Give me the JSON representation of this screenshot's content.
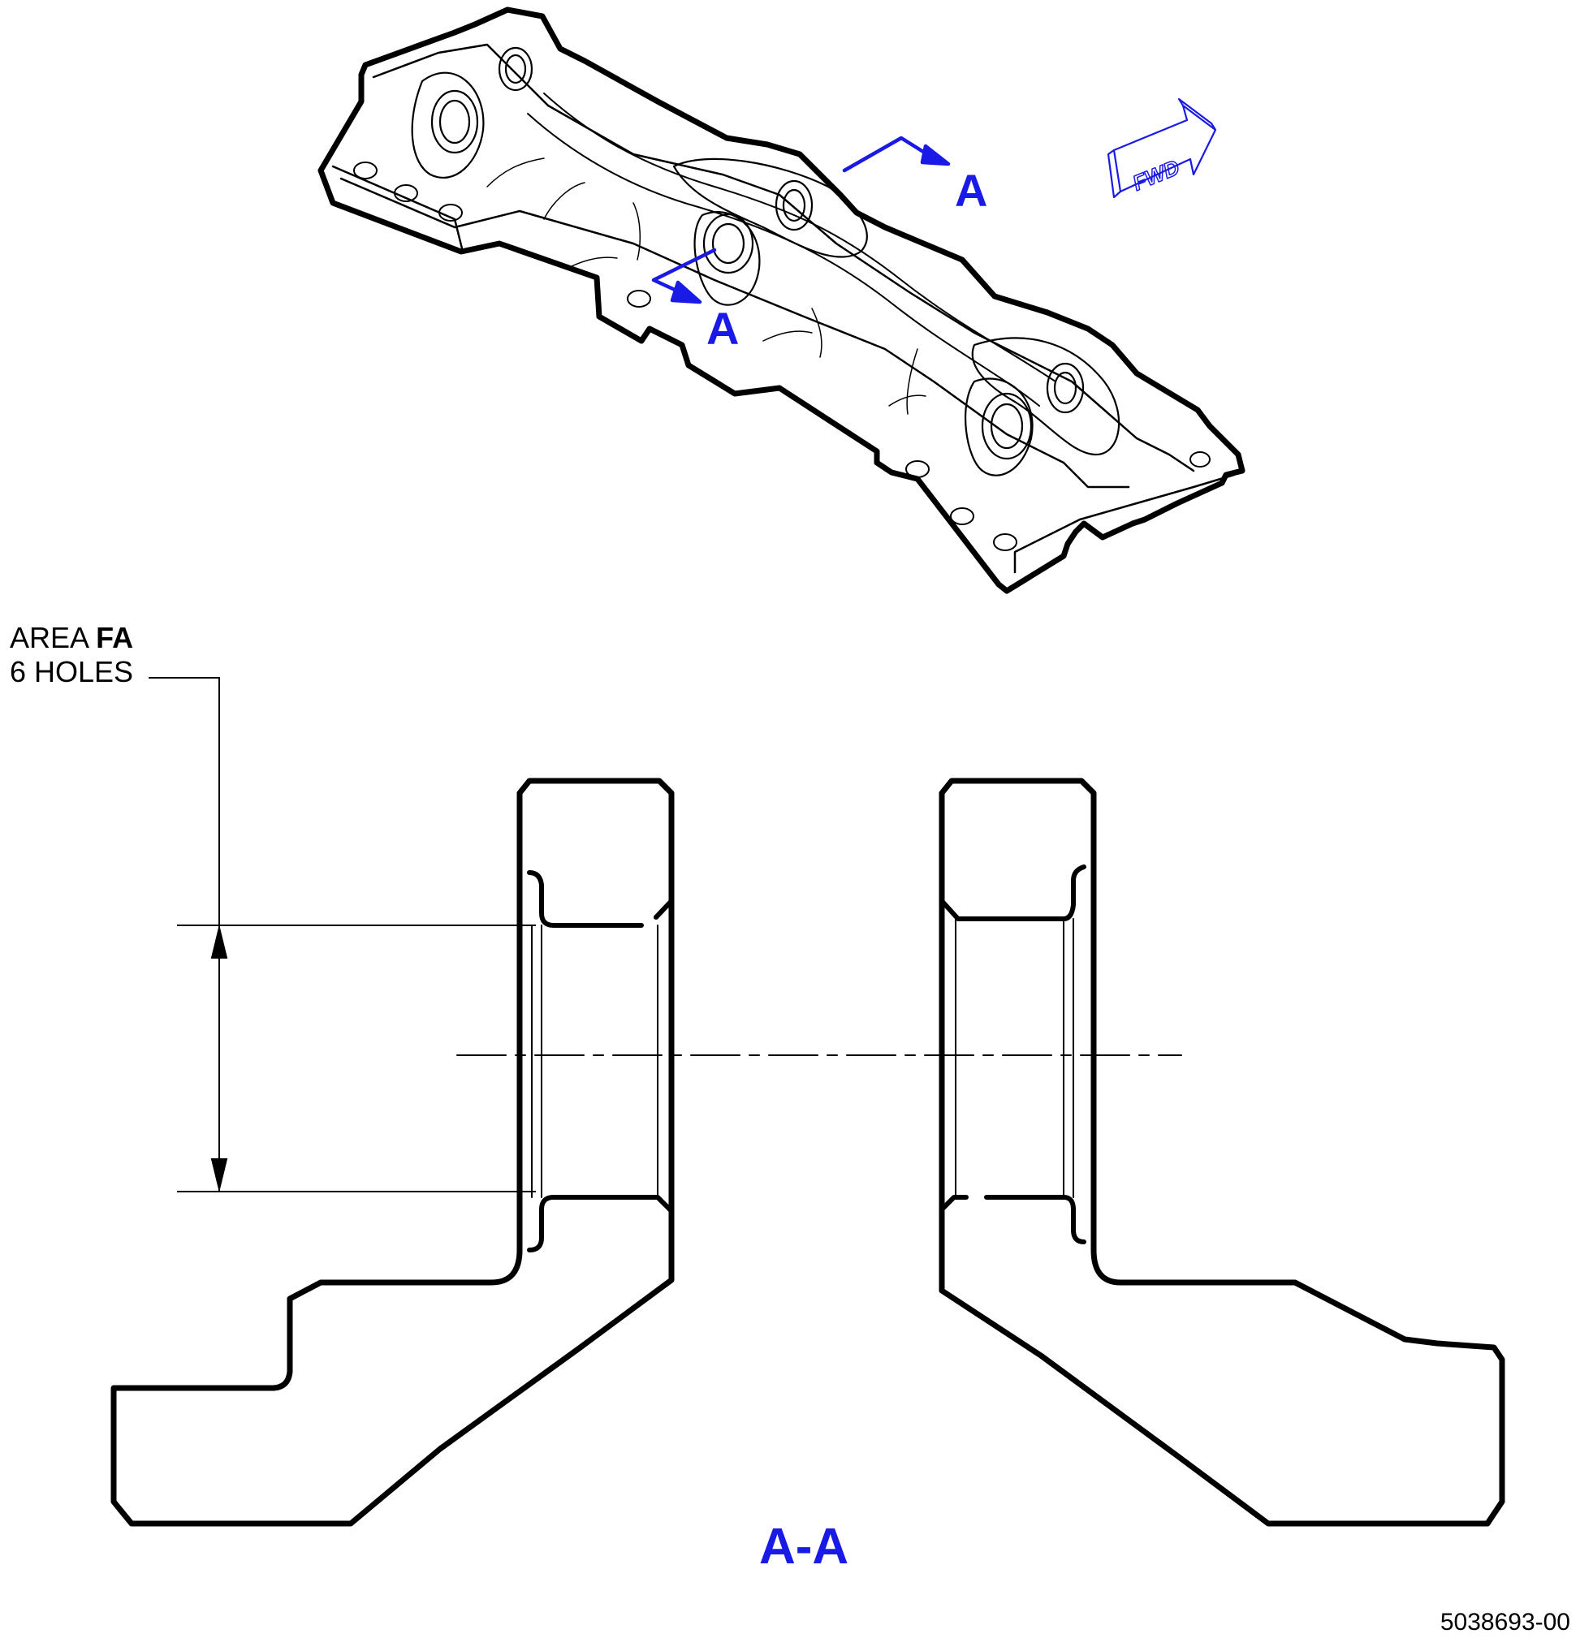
{
  "callout": {
    "area_prefix": "AREA ",
    "area_code": "FA",
    "holes": "6 HOLES"
  },
  "section_marker": "A",
  "fwd_label": "FWD",
  "section_title": "A-A",
  "figure_id": "5038693-00",
  "colors": {
    "line": "#000000",
    "accent": "#1a1ae6"
  }
}
